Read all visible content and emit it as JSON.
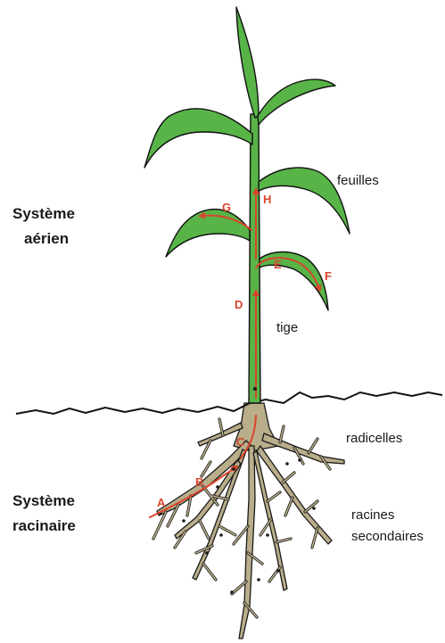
{
  "title": "",
  "systems": {
    "aerial_line1": "Système",
    "aerial_line2": "aérien",
    "root_line1": "Système",
    "root_line2": "racinaire"
  },
  "parts": {
    "leaves": "feuilles",
    "stem": "tige",
    "rootlets": "radicelles",
    "secondary_roots_line1": "racines",
    "secondary_roots_line2": "secondaires"
  },
  "sap_path": {
    "points": [
      "A",
      "B",
      "C",
      "D",
      "E",
      "F",
      "G",
      "H"
    ]
  },
  "colors": {
    "leaf": "#58b447",
    "leaf_outline": "#111111",
    "root": "#b9ad8a",
    "root_outline": "#1a1a1a",
    "sap_arrow": "#d9452b",
    "soil_line": "#111111"
  }
}
